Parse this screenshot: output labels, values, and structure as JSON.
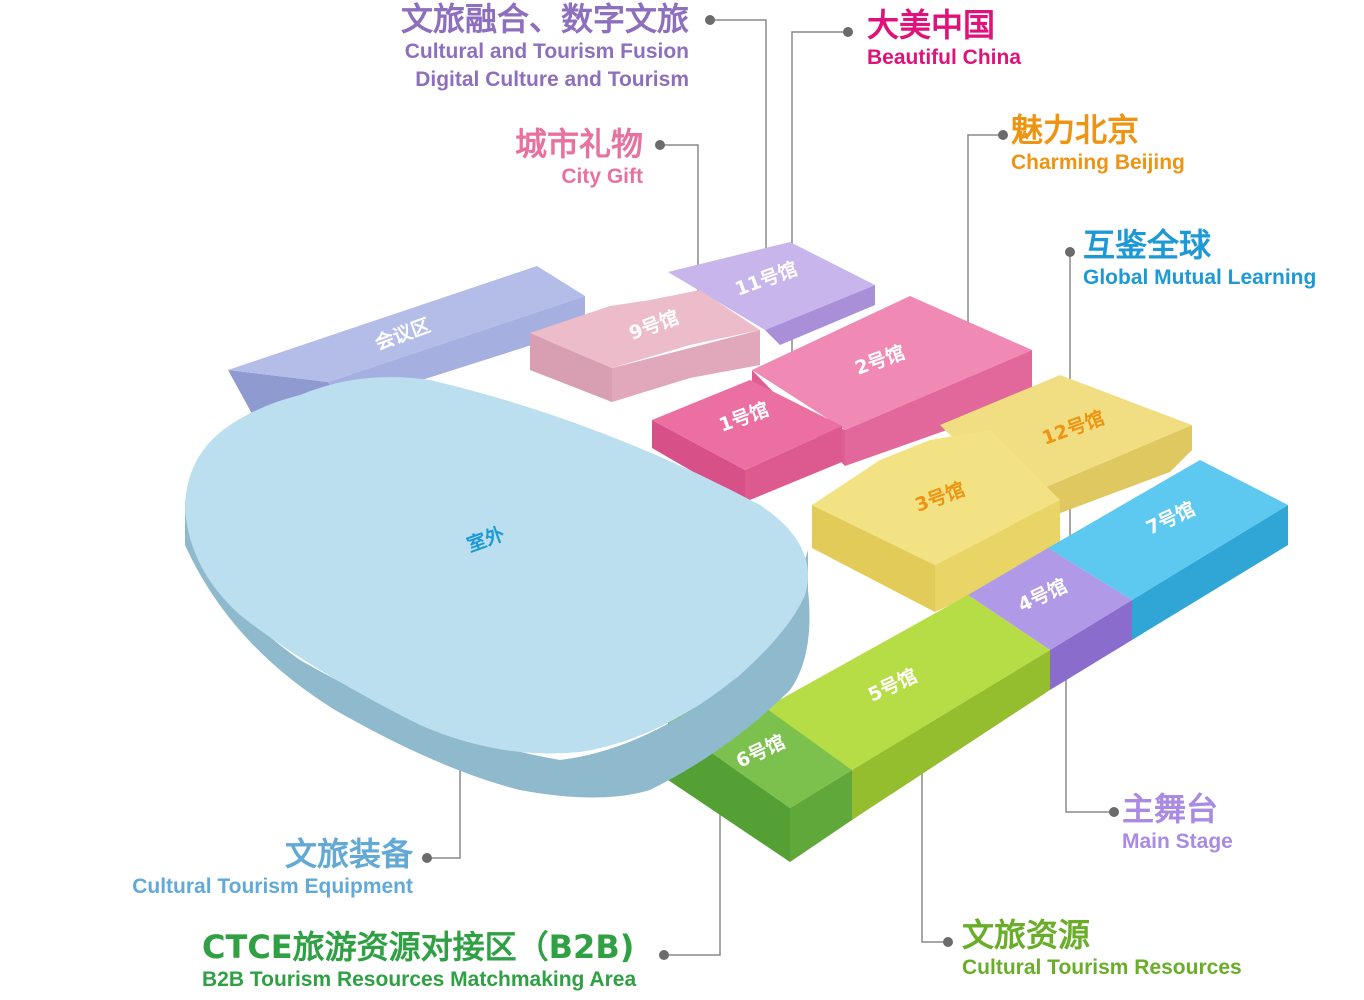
{
  "map": {
    "halls": [
      {
        "id": "conference",
        "label": "会议区",
        "color": "#aab4e2"
      },
      {
        "id": "h11",
        "label": "11号馆",
        "color": "#bca8e6"
      },
      {
        "id": "h9",
        "label": "9号馆",
        "color": "#e8b4c4"
      },
      {
        "id": "h1",
        "label": "1号馆",
        "color": "#ea6fa0"
      },
      {
        "id": "h2",
        "label": "2号馆",
        "color": "#ec7aa8"
      },
      {
        "id": "h12",
        "label": "12号馆",
        "color": "#f0dc78"
      },
      {
        "id": "h3",
        "label": "3号馆",
        "color": "#f0e07c"
      },
      {
        "id": "h7",
        "label": "7号馆",
        "color": "#4cc2ec"
      },
      {
        "id": "h4",
        "label": "4号馆",
        "color": "#a98be4"
      },
      {
        "id": "h5",
        "label": "5号馆",
        "color": "#a8d23e"
      },
      {
        "id": "h6",
        "label": "6号馆",
        "color": "#6cb845"
      },
      {
        "id": "outdoor",
        "label": "室外",
        "color": "#bcdff0"
      }
    ]
  },
  "zones": {
    "fusion": {
      "zh": "文旅融合、数字文旅",
      "en1": "Cultural and Tourism Fusion",
      "en2": "Digital Culture and Tourism",
      "color": "#8d6fbd"
    },
    "china": {
      "zh": "大美中国",
      "en": "Beautiful China",
      "color": "#e0127a"
    },
    "gift": {
      "zh": "城市礼物",
      "en": "City Gift",
      "color": "#e8729f"
    },
    "beijing": {
      "zh": "魅力北京",
      "en": "Charming Beijing",
      "color": "#ee9412"
    },
    "global": {
      "zh": "互鉴全球",
      "en": "Global Mutual Learning",
      "color": "#1d9ad6"
    },
    "stage": {
      "zh": "主舞台",
      "en": "Main Stage",
      "color": "#a98be4"
    },
    "equipment": {
      "zh": "文旅装备",
      "en": "Cultural Tourism Equipment",
      "color": "#62a9d6"
    },
    "b2b": {
      "zh": "CTCE旅游资源对接区（B2B)",
      "en": "B2B Tourism Resources Matchmaking Area",
      "color": "#2fa043"
    },
    "resources": {
      "zh": "文旅资源",
      "en": "Cultural Tourism Resources",
      "color": "#6aad28"
    }
  }
}
